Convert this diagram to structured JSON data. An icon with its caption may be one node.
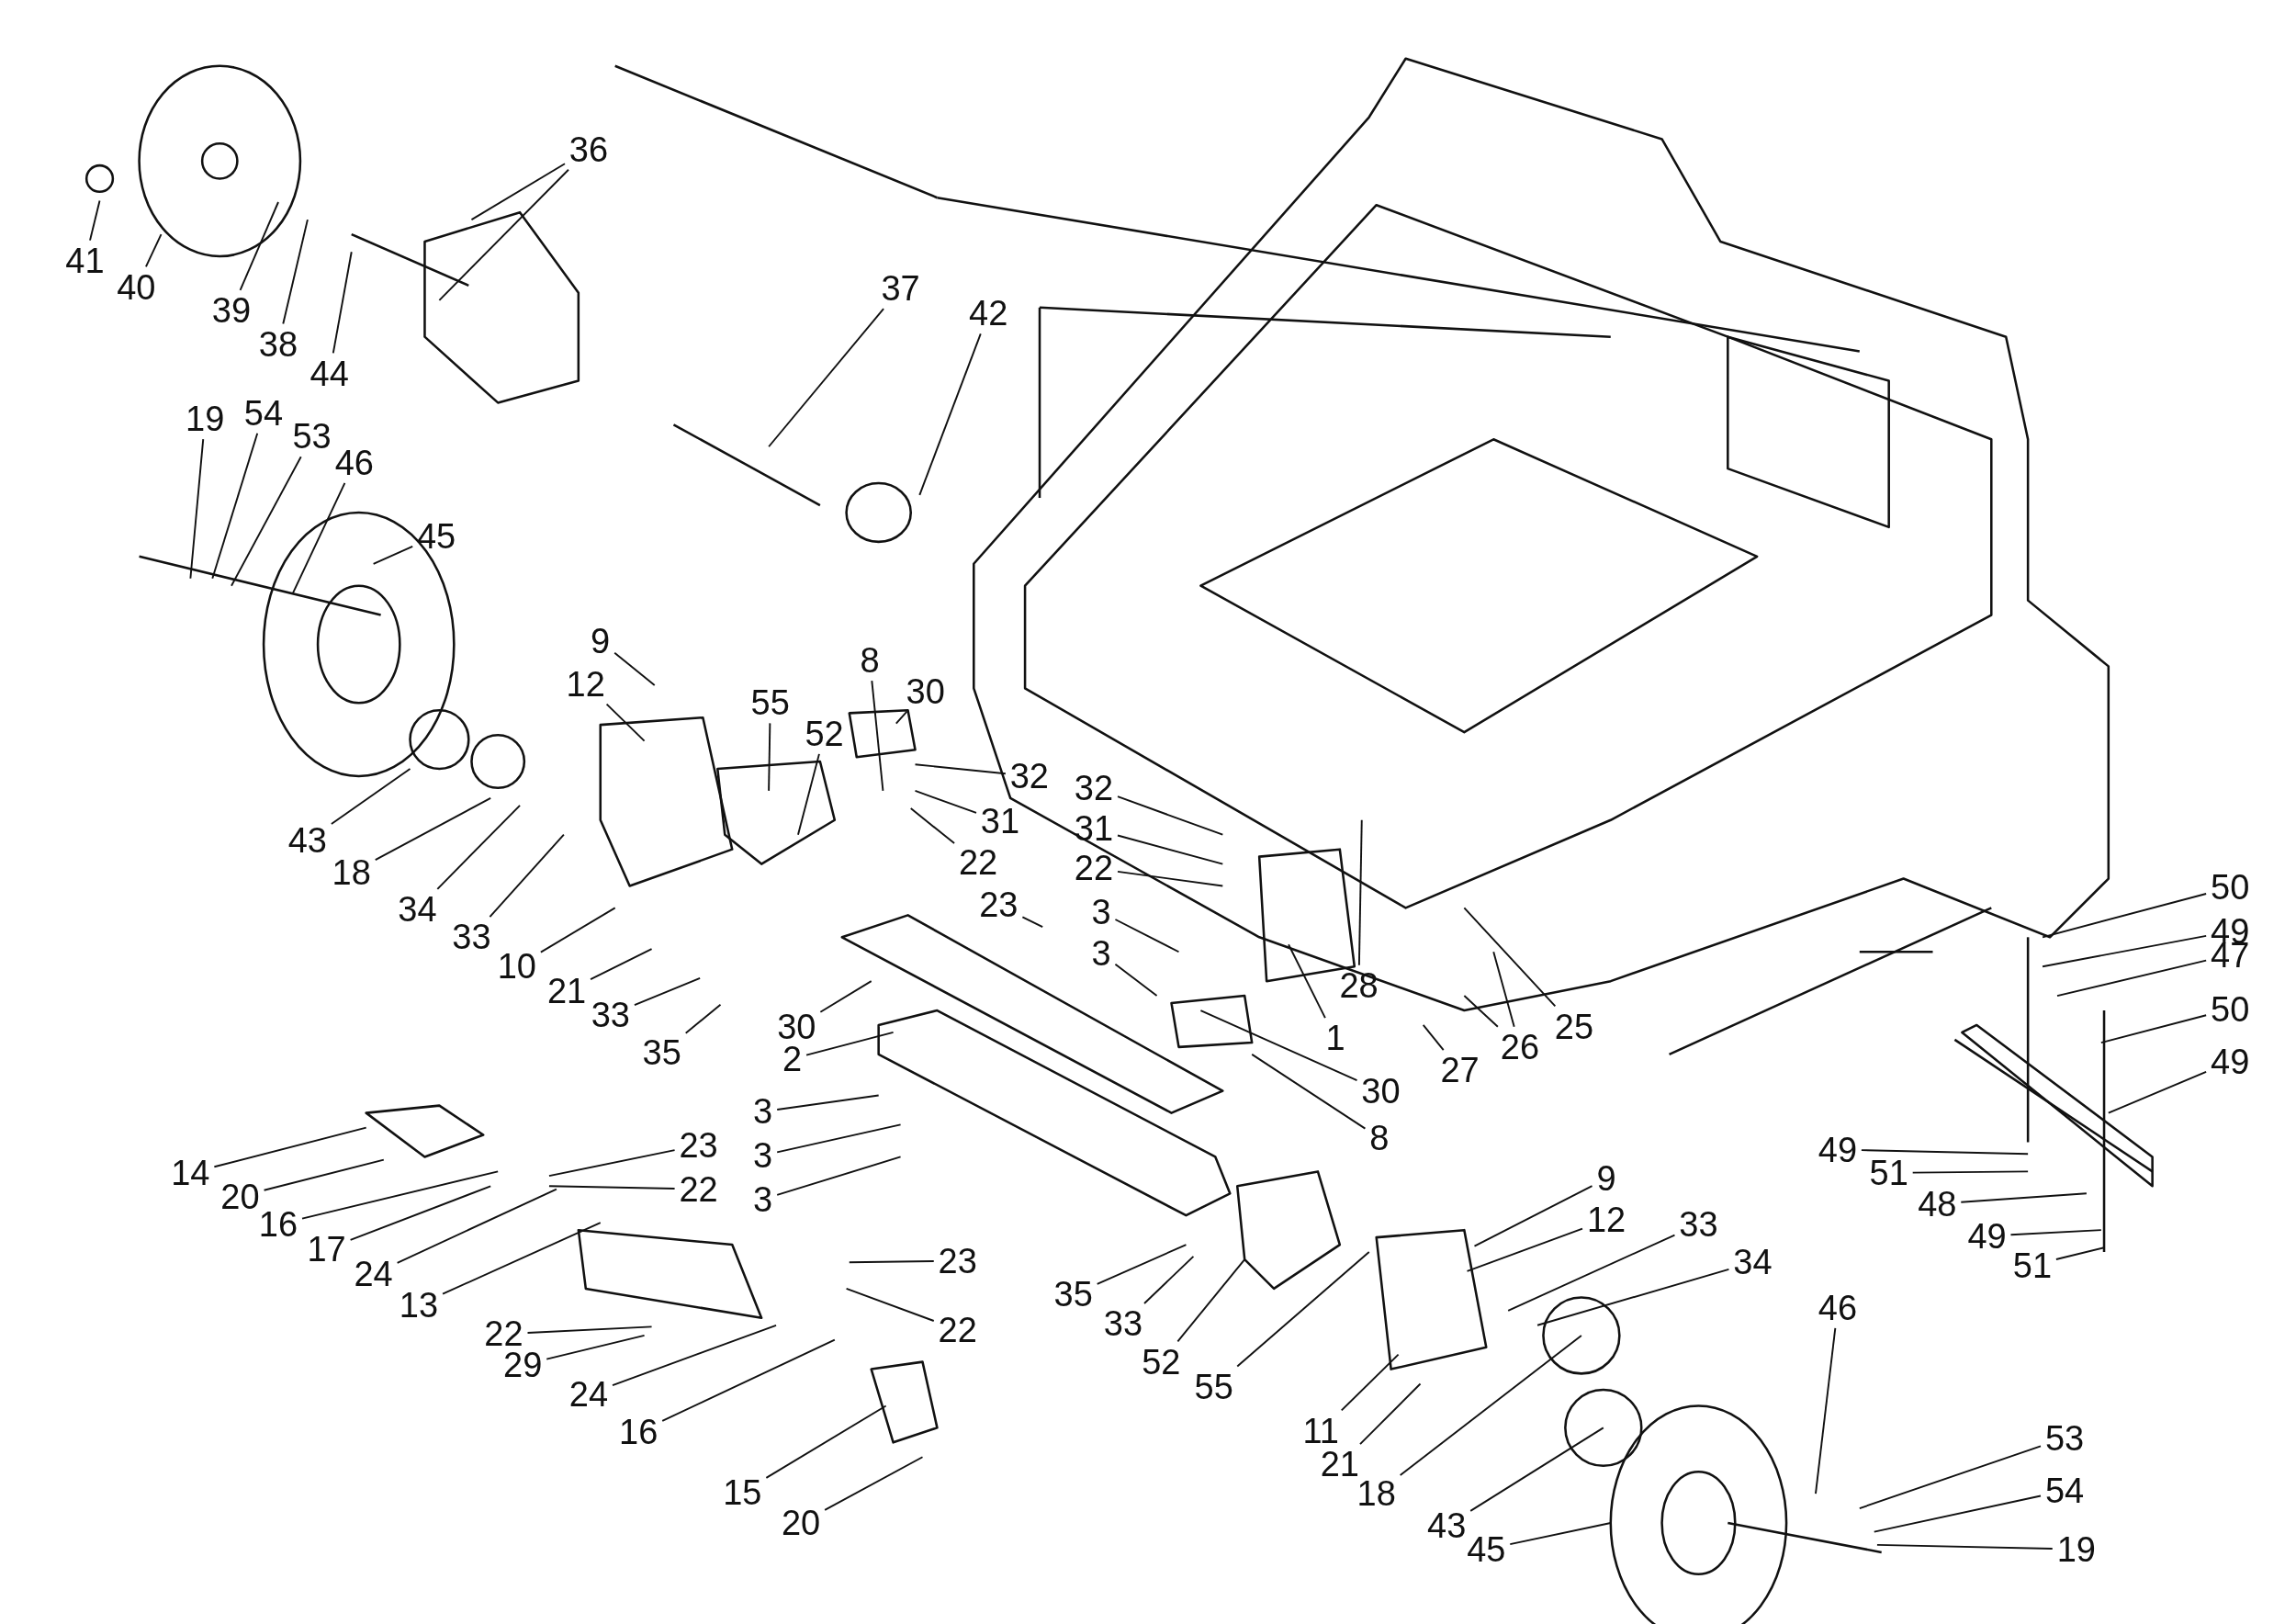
{
  "diagram": {
    "nodes": [
      {
        "text": [
          "41"
        ]
      },
      {
        "text": [
          "40"
        ]
      },
      {
        "text": [
          "39"
        ]
      },
      {
        "text": [
          "38"
        ]
      },
      {
        "text": [
          "44"
        ]
      },
      {
        "text": [
          "36"
        ]
      },
      {
        "text": [
          "37"
        ]
      },
      {
        "text": [
          "42"
        ]
      },
      {
        "text": [
          "19"
        ]
      },
      {
        "text": [
          "54"
        ]
      },
      {
        "text": [
          "53"
        ]
      },
      {
        "text": [
          "46"
        ]
      },
      {
        "text": [
          "45"
        ]
      },
      {
        "text": [
          "9"
        ]
      },
      {
        "text": [
          "12"
        ]
      },
      {
        "text": [
          "43"
        ]
      },
      {
        "text": [
          "18"
        ]
      },
      {
        "text": [
          "34"
        ]
      },
      {
        "text": [
          "33"
        ]
      },
      {
        "text": [
          "10"
        ]
      },
      {
        "text": [
          "21"
        ]
      },
      {
        "text": [
          "33"
        ]
      },
      {
        "text": [
          "35"
        ]
      },
      {
        "text": [
          "55"
        ]
      },
      {
        "text": [
          "52"
        ]
      },
      {
        "text": [
          "8"
        ]
      },
      {
        "text": [
          "30"
        ]
      },
      {
        "text": [
          "32"
        ]
      },
      {
        "text": [
          "31"
        ]
      },
      {
        "text": [
          "22"
        ]
      },
      {
        "text": [
          "23"
        ]
      },
      {
        "text": [
          "32"
        ]
      },
      {
        "text": [
          "31"
        ]
      },
      {
        "text": [
          "22"
        ]
      },
      {
        "text": [
          "3"
        ]
      },
      {
        "text": [
          "3"
        ]
      },
      {
        "text": [
          "30"
        ]
      },
      {
        "text": [
          "2"
        ]
      },
      {
        "text": [
          "3"
        ]
      },
      {
        "text": [
          "3"
        ]
      },
      {
        "text": [
          "3"
        ]
      },
      {
        "text": [
          "1"
        ]
      },
      {
        "text": [
          "28"
        ]
      },
      {
        "text": [
          "30"
        ]
      },
      {
        "text": [
          "8"
        ]
      },
      {
        "text": [
          "27"
        ]
      },
      {
        "text": [
          "26"
        ]
      },
      {
        "text": [
          "25"
        ]
      },
      {
        "text": [
          "23"
        ]
      },
      {
        "text": [
          "22"
        ]
      },
      {
        "text": [
          "14"
        ]
      },
      {
        "text": [
          "20"
        ]
      },
      {
        "text": [
          "16"
        ]
      },
      {
        "text": [
          "17"
        ]
      },
      {
        "text": [
          "24"
        ]
      },
      {
        "text": [
          "13"
        ]
      },
      {
        "text": [
          "22"
        ]
      },
      {
        "text": [
          "29"
        ]
      },
      {
        "text": [
          "24"
        ]
      },
      {
        "text": [
          "16"
        ]
      },
      {
        "text": [
          "15"
        ]
      },
      {
        "text": [
          "20"
        ]
      },
      {
        "text": [
          "23"
        ]
      },
      {
        "text": [
          "22"
        ]
      },
      {
        "text": [
          "35"
        ]
      },
      {
        "text": [
          "33"
        ]
      },
      {
        "text": [
          "52"
        ]
      },
      {
        "text": [
          "55"
        ]
      },
      {
        "text": [
          "9"
        ]
      },
      {
        "text": [
          "12"
        ]
      },
      {
        "text": [
          "33"
        ]
      },
      {
        "text": [
          "34"
        ]
      },
      {
        "text": [
          "46"
        ]
      },
      {
        "text": [
          "11"
        ]
      },
      {
        "text": [
          "21"
        ]
      },
      {
        "text": [
          "18"
        ]
      },
      {
        "text": [
          "43"
        ]
      },
      {
        "text": [
          "45"
        ]
      },
      {
        "text": [
          "53"
        ]
      },
      {
        "text": [
          "54"
        ]
      },
      {
        "text": [
          "19"
        ]
      },
      {
        "text": [
          "50"
        ]
      },
      {
        "text": [
          "49"
        ]
      },
      {
        "text": [
          "47"
        ]
      },
      {
        "text": [
          "50"
        ]
      },
      {
        "text": [
          "49"
        ]
      },
      {
        "text": [
          "49"
        ]
      },
      {
        "text": [
          "51"
        ]
      },
      {
        "text": [
          "48"
        ]
      },
      {
        "text": [
          "49"
        ]
      },
      {
        "text": [
          "51"
        ]
      }
    ],
    "edges": [
      {
        "from": 0,
        "to": null,
        "arrow": "none"
      },
      {
        "from": 1,
        "to": null,
        "arrow": "none"
      },
      {
        "from": 2,
        "to": null,
        "arrow": "none"
      },
      {
        "from": 3,
        "to": null,
        "arrow": "none"
      },
      {
        "from": 4,
        "to": null,
        "arrow": "none"
      },
      {
        "from": 5,
        "to": null,
        "arrow": "none"
      },
      {
        "from": 5,
        "to": null,
        "arrow": "none"
      },
      {
        "from": 6,
        "to": null,
        "arrow": "none"
      },
      {
        "from": 7,
        "to": null,
        "arrow": "none"
      },
      {
        "from": 8,
        "to": null,
        "arrow": "none"
      },
      {
        "from": 9,
        "to": null,
        "arrow": "none"
      },
      {
        "from": 10,
        "to": null,
        "arrow": "none"
      },
      {
        "from": 11,
        "to": null,
        "arrow": "none"
      },
      {
        "from": 12,
        "to": null,
        "arrow": "none"
      },
      {
        "from": 13,
        "to": null,
        "arrow": "none"
      },
      {
        "from": 14,
        "to": null,
        "arrow": "none"
      },
      {
        "from": 15,
        "to": null,
        "arrow": "none"
      },
      {
        "from": 16,
        "to": null,
        "arrow": "none"
      },
      {
        "from": 17,
        "to": null,
        "arrow": "none"
      },
      {
        "from": 18,
        "to": null,
        "arrow": "none"
      },
      {
        "from": 19,
        "to": null,
        "arrow": "none"
      },
      {
        "from": 20,
        "to": null,
        "arrow": "none"
      },
      {
        "from": 21,
        "to": null,
        "arrow": "none"
      },
      {
        "from": 22,
        "to": null,
        "arrow": "none"
      },
      {
        "from": 23,
        "to": null,
        "arrow": "none"
      },
      {
        "from": 24,
        "to": null,
        "arrow": "none"
      },
      {
        "from": 25,
        "to": null,
        "arrow": "none"
      },
      {
        "from": 26,
        "to": null,
        "arrow": "none"
      },
      {
        "from": 27,
        "to": null,
        "arrow": "none"
      },
      {
        "from": 28,
        "to": null,
        "arrow": "none"
      },
      {
        "from": 29,
        "to": null,
        "arrow": "none"
      },
      {
        "from": 30,
        "to": null,
        "arrow": "none"
      },
      {
        "from": 31,
        "to": null,
        "arrow": "none"
      },
      {
        "from": 32,
        "to": null,
        "arrow": "none"
      },
      {
        "from": 33,
        "to": null,
        "arrow": "none"
      },
      {
        "from": 34,
        "to": null,
        "arrow": "none"
      },
      {
        "from": 35,
        "to": null,
        "arrow": "none"
      },
      {
        "from": 36,
        "to": null,
        "arrow": "none"
      },
      {
        "from": 37,
        "to": null,
        "arrow": "none"
      },
      {
        "from": 38,
        "to": null,
        "arrow": "none"
      },
      {
        "from": 39,
        "to": null,
        "arrow": "none"
      },
      {
        "from": 40,
        "to": null,
        "arrow": "none"
      },
      {
        "from": 41,
        "to": null,
        "arrow": "none"
      },
      {
        "from": 42,
        "to": null,
        "arrow": "none"
      },
      {
        "from": 43,
        "to": null,
        "arrow": "none"
      },
      {
        "from": 44,
        "to": null,
        "arrow": "none"
      },
      {
        "from": 45,
        "to": null,
        "arrow": "none"
      },
      {
        "from": 46,
        "to": null,
        "arrow": "none"
      },
      {
        "from": 46,
        "to": null,
        "arrow": "none"
      },
      {
        "from": 47,
        "to": null,
        "arrow": "none"
      },
      {
        "from": 48,
        "to": null,
        "arrow": "none"
      },
      {
        "from": 49,
        "to": null,
        "arrow": "none"
      },
      {
        "from": 50,
        "to": null,
        "arrow": "none"
      },
      {
        "from": 51,
        "to": null,
        "arrow": "none"
      },
      {
        "from": 52,
        "to": null,
        "arrow": "none"
      },
      {
        "from": 53,
        "to": null,
        "arrow": "none"
      },
      {
        "from": 54,
        "to": null,
        "arrow": "none"
      },
      {
        "from": 55,
        "to": null,
        "arrow": "none"
      },
      {
        "from": 56,
        "to": null,
        "arrow": "none"
      },
      {
        "from": 57,
        "to": null,
        "arrow": "none"
      },
      {
        "from": 58,
        "to": null,
        "arrow": "none"
      },
      {
        "from": 59,
        "to": null,
        "arrow": "none"
      },
      {
        "from": 60,
        "to": null,
        "arrow": "none"
      },
      {
        "from": 61,
        "to": null,
        "arrow": "none"
      },
      {
        "from": 62,
        "to": null,
        "arrow": "none"
      },
      {
        "from": 63,
        "to": null,
        "arrow": "none"
      },
      {
        "from": 64,
        "to": null,
        "arrow": "none"
      },
      {
        "from": 65,
        "to": null,
        "arrow": "none"
      },
      {
        "from": 66,
        "to": null,
        "arrow": "none"
      },
      {
        "from": 67,
        "to": null,
        "arrow": "none"
      },
      {
        "from": 68,
        "to": null,
        "arrow": "none"
      },
      {
        "from": 69,
        "to": null,
        "arrow": "none"
      },
      {
        "from": 70,
        "to": null,
        "arrow": "none"
      },
      {
        "from": 71,
        "to": null,
        "arrow": "none"
      },
      {
        "from": 72,
        "to": null,
        "arrow": "none"
      },
      {
        "from": 73,
        "to": null,
        "arrow": "none"
      },
      {
        "from": 74,
        "to": null,
        "arrow": "none"
      },
      {
        "from": 75,
        "to": null,
        "arrow": "none"
      },
      {
        "from": 76,
        "to": null,
        "arrow": "none"
      },
      {
        "from": 77,
        "to": null,
        "arrow": "none"
      },
      {
        "from": 78,
        "to": null,
        "arrow": "none"
      },
      {
        "from": 79,
        "to": null,
        "arrow": "none"
      },
      {
        "from": 80,
        "to": null,
        "arrow": "none"
      },
      {
        "from": 81,
        "to": null,
        "arrow": "none"
      },
      {
        "from": 82,
        "to": null,
        "arrow": "none"
      },
      {
        "from": 83,
        "to": null,
        "arrow": "none"
      },
      {
        "from": 84,
        "to": null,
        "arrow": "none"
      },
      {
        "from": 85,
        "to": null,
        "arrow": "none"
      },
      {
        "from": 86,
        "to": null,
        "arrow": "none"
      },
      {
        "from": 87,
        "to": null,
        "arrow": "none"
      },
      {
        "from": 88,
        "to": null,
        "arrow": "none"
      },
      {
        "from": 89,
        "to": null,
        "arrow": "none"
      },
      {
        "from": 90,
        "to": null,
        "arrow": "none"
      }
    ]
  }
}
